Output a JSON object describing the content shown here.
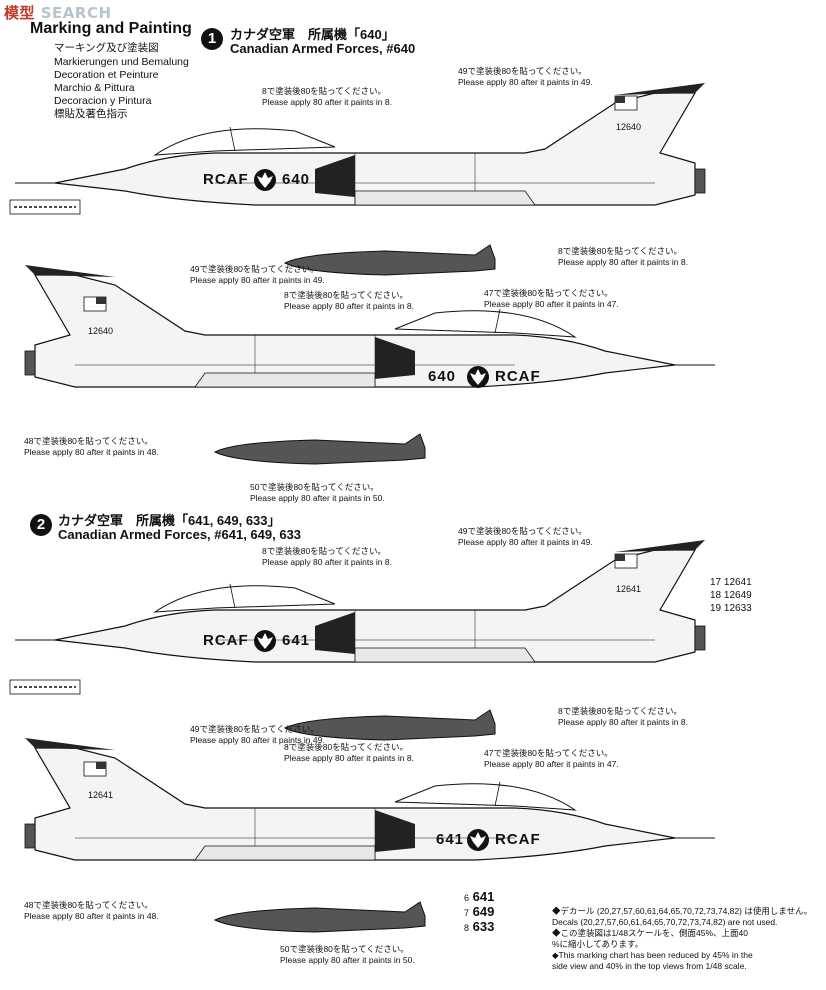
{
  "watermark": {
    "a": "模型",
    "b": "SEARCH"
  },
  "header": {
    "title": "Marking and Painting",
    "languages": [
      "マーキング及び塗装図",
      "Markierungen und Bemalung",
      "Decoration et Peinture",
      "Marchio & Pittura",
      "Decoracion y Pintura",
      "標貼及著色指示"
    ]
  },
  "section1": {
    "number": "1",
    "title_jp": "カナダ空軍　所属機「640」",
    "title_en": "Canadian Armed Forces, #640",
    "fuselage_text": "RCAF",
    "serial": "640",
    "tail_serial": "12640"
  },
  "section2": {
    "number": "2",
    "title_jp": "カナダ空軍　所属機「641, 649, 633」",
    "title_en": "Canadian Armed Forces, #641, 649, 633",
    "fuselage_text": "RCAF",
    "serial": "641",
    "tail_serial": "12641",
    "tail_options": [
      {
        "decal": "17",
        "value": "12641"
      },
      {
        "decal": "18",
        "value": "12649"
      },
      {
        "decal": "19",
        "value": "12633"
      }
    ],
    "nose_options": [
      {
        "decal": "6",
        "value": "641"
      },
      {
        "decal": "7",
        "value": "649"
      },
      {
        "decal": "8",
        "value": "633"
      }
    ]
  },
  "notes": {
    "n8_jp": "8で塗装後80を貼ってください。",
    "n8_en": "Please apply 80 after it paints in 8.",
    "n49_jp": "49で塗装後80を貼ってください。",
    "n49_en": "Please apply 80 after it paints in 49.",
    "n48_jp": "48で塗装後80を貼ってください。",
    "n48_en": "Please apply 80 after it paints in 48.",
    "n47_jp": "47で塗装後80を貼ってください。",
    "n47_en": "Please apply 80 after it paints in 47.",
    "n50_jp": "50で塗装後80を貼ってください。",
    "n50_en": "Please apply 80 after it paints in 50."
  },
  "legend": {
    "line1": "◆デカール (20,27,57,60,61,64,65,70,72,73,74,82) は使用しません。",
    "line2": "Decals (20,27,57,60,61,64,65,70,72,73,74,82) are not used.",
    "line3": "◆この塗装図は1/48スケールを、側面45%、上面40",
    "line4": "%に縮小してあります。",
    "line5": "◆This marking chart has been reduced by 45% in the",
    "line6": "side view and 40% in the top views from 1/48 scale."
  },
  "colors": {
    "ink": "#111111",
    "fill": "#f4f4f4",
    "watermark": "#b9c3cc"
  }
}
